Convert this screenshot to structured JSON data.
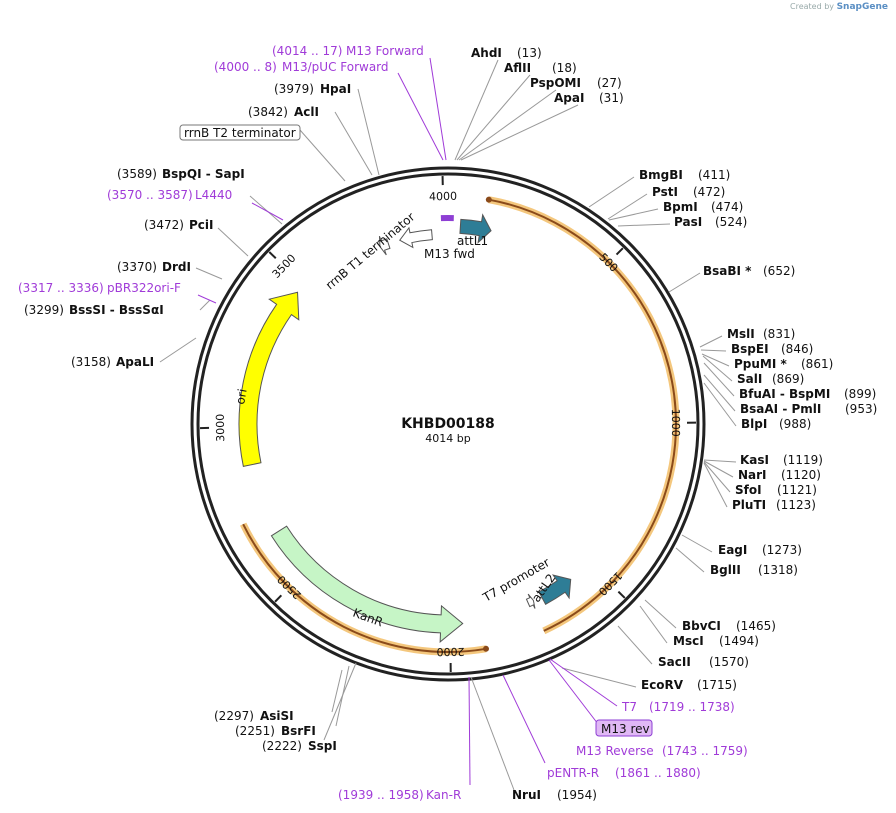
{
  "brand": {
    "created_by": "Created by",
    "name": "SnapGene"
  },
  "plasmid": {
    "name": "KHBD00188",
    "length_label": "4014 bp",
    "length": 4014
  },
  "ticks": [
    500,
    1000,
    1500,
    2000,
    2500,
    3000,
    3500,
    4000
  ],
  "features": [
    {
      "name": "attL1",
      "type": "arrow",
      "start": 40,
      "end": 140,
      "direction": "cw",
      "color": "#2e7d96"
    },
    {
      "name": "M13 fwd",
      "type": "primer",
      "start": 4000,
      "end": 8,
      "direction": "cw",
      "color": "#8e3fd4"
    },
    {
      "name": "rrnB T1 terminator",
      "type": "arrow",
      "start": 3850,
      "end": 3960,
      "direction": "ccw",
      "color": "#ffffff"
    },
    {
      "name": "rrnB T2 terminator",
      "type": "arrow",
      "start": 3780,
      "end": 3810,
      "direction": "ccw",
      "color": "#ffffff"
    },
    {
      "name": "ori",
      "type": "arrow",
      "start": 2880,
      "end": 3470,
      "direction": "cw",
      "color": "#ffff00"
    },
    {
      "name": "KanR",
      "type": "arrow",
      "start": 1960,
      "end": 2650,
      "direction": "ccw",
      "color": "#c6f5c6"
    },
    {
      "name": "T7 promoter",
      "type": "arrow",
      "start": 1719,
      "end": 1738,
      "direction": "ccw",
      "color": "#ffffff"
    },
    {
      "name": "attL2",
      "type": "arrow",
      "start": 1580,
      "end": 1690,
      "direction": "ccw",
      "color": "#2e7d96"
    }
  ],
  "orfs": [
    {
      "start": 115,
      "end": 1730,
      "direction": "ccw"
    },
    {
      "start": 1900,
      "end": 2720,
      "direction": "ccw"
    }
  ],
  "enzymes": [
    {
      "name": "AhdI",
      "pos": "(13)"
    },
    {
      "name": "AflII",
      "pos": "(18)"
    },
    {
      "name": "PspOMI",
      "pos": "(27)"
    },
    {
      "name": "ApaI",
      "pos": "(31)"
    },
    {
      "name": "BmgBI",
      "pos": "(411)"
    },
    {
      "name": "PstI",
      "pos": "(472)"
    },
    {
      "name": "BpmI",
      "pos": "(474)"
    },
    {
      "name": "PasI",
      "pos": "(524)"
    },
    {
      "name": "BsaBI *",
      "pos": "(652)"
    },
    {
      "name": "MslI",
      "pos": "(831)"
    },
    {
      "name": "BspEI",
      "pos": "(846)"
    },
    {
      "name": "PpuMI *",
      "pos": "(861)"
    },
    {
      "name": "SalI",
      "pos": "(869)"
    },
    {
      "name": "BfuAI - BspMI",
      "pos": "(899)"
    },
    {
      "name": "BsaAI - PmlI",
      "pos": "(953)"
    },
    {
      "name": "BlpI",
      "pos": "(988)"
    },
    {
      "name": "KasI",
      "pos": "(1119)"
    },
    {
      "name": "NarI",
      "pos": "(1120)"
    },
    {
      "name": "SfoI",
      "pos": "(1121)"
    },
    {
      "name": "PluTI",
      "pos": "(1123)"
    },
    {
      "name": "EagI",
      "pos": "(1273)"
    },
    {
      "name": "BglII",
      "pos": "(1318)"
    },
    {
      "name": "BbvCI",
      "pos": "(1465)"
    },
    {
      "name": "MscI",
      "pos": "(1494)"
    },
    {
      "name": "SacII",
      "pos": "(1570)"
    },
    {
      "name": "EcoRV",
      "pos": "(1715)"
    },
    {
      "name": "NruI",
      "pos": "(1954)"
    },
    {
      "name": "SspI",
      "pos": "(2222)"
    },
    {
      "name": "BsrFI",
      "pos": "(2251)"
    },
    {
      "name": "AsiSI",
      "pos": "(2297)"
    },
    {
      "name": "ApaLI",
      "pos": "(3158)"
    },
    {
      "name": "BssSI - BssSαI",
      "pos": "(3299)"
    },
    {
      "name": "DrdI",
      "pos": "(3370)"
    },
    {
      "name": "PciI",
      "pos": "(3472)"
    },
    {
      "name": "BspQI - SapI",
      "pos": "(3589)"
    },
    {
      "name": "AclI",
      "pos": "(3842)"
    },
    {
      "name": "HpaI",
      "pos": "(3979)"
    }
  ],
  "primers": [
    {
      "name": "M13 Forward",
      "range": "(4014 .. 17)"
    },
    {
      "name": "M13/pUC Forward",
      "range": "(4000 .. 8)"
    },
    {
      "name": "L4440",
      "range": "(3570 .. 3587)"
    },
    {
      "name": "pBR322ori-F",
      "range": "(3317 .. 3336)"
    },
    {
      "name": "T7",
      "range": "(1719 .. 1738)"
    },
    {
      "name": "M13 Reverse",
      "range": "(1743 .. 1759)"
    },
    {
      "name": "pENTR-R",
      "range": "(1861 .. 1880)"
    },
    {
      "name": "Kan-R",
      "range": "(1939 .. 1958)"
    }
  ],
  "boxed_labels": {
    "rrnB_T2": "rrnB T2 terminator",
    "m13_rev": "M13 rev"
  },
  "colors": {
    "backbone": "#222222",
    "primer": "#a03bd8",
    "orf_fill": "#f4c77d",
    "orf_stroke": "#8a4a1a"
  }
}
